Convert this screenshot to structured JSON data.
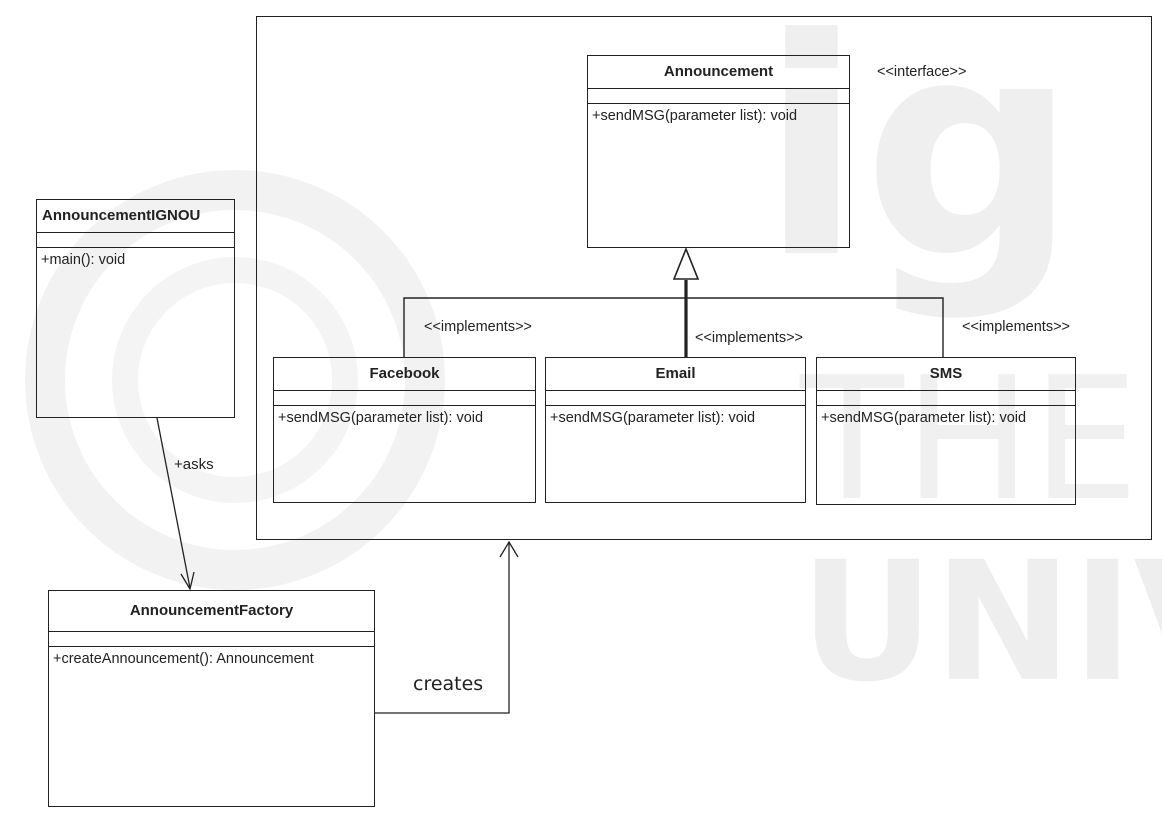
{
  "diagram": {
    "classes": {
      "announcement": {
        "name": "Announcement",
        "operation": "+sendMSG(parameter list): void"
      },
      "ignou": {
        "name": "AnnouncementIGNOU",
        "operation": "+main(): void"
      },
      "facebook": {
        "name": "Facebook",
        "operation": "+sendMSG(parameter list): void"
      },
      "email": {
        "name": "Email",
        "operation": "+sendMSG(parameter list): void"
      },
      "sms": {
        "name": "SMS",
        "operation": "+sendMSG(parameter list): void"
      },
      "factory": {
        "name": "AnnouncementFactory",
        "operation": "+createAnnouncement(): Announcement"
      }
    },
    "stereotypes": {
      "interface": "<<interface>>",
      "implements_facebook": "<<implements>>",
      "implements_email": "<<implements>>",
      "implements_sms": "<<implements>>"
    },
    "relations": {
      "asks": "+asks",
      "creates": "creates"
    },
    "watermark": {
      "line1": "ig",
      "line2": "THE P",
      "line3": "UNIV"
    },
    "colors": {
      "line": "#222222",
      "watermark": "#efefef"
    }
  }
}
